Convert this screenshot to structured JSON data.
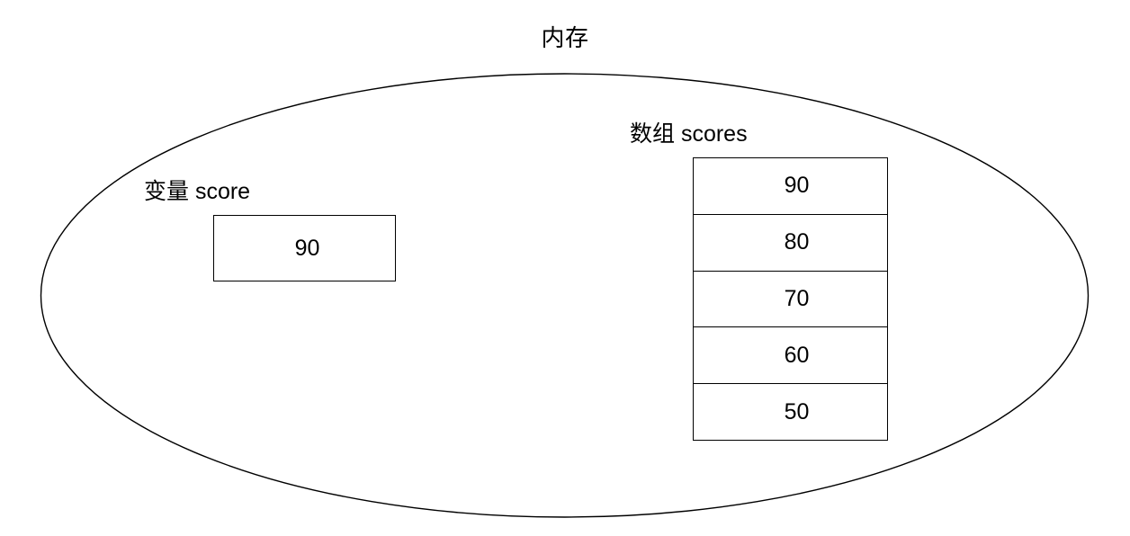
{
  "diagram": {
    "type": "memory-layout-diagram",
    "title": "内存",
    "container_shape": "ellipse",
    "stroke_color": "#000000",
    "background_color": "#ffffff",
    "text_color": "#000000"
  },
  "variable": {
    "label": "变量 score",
    "value": "90"
  },
  "array": {
    "label": "数组 scores",
    "cells": [
      {
        "value": "90"
      },
      {
        "value": "80"
      },
      {
        "value": "70"
      },
      {
        "value": "60"
      },
      {
        "value": "50"
      }
    ]
  }
}
